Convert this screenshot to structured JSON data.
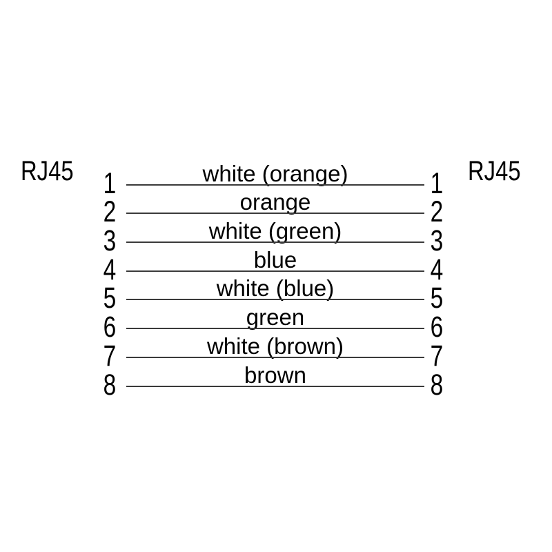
{
  "diagram": {
    "left_connector_label": "RJ45",
    "right_connector_label": "RJ45",
    "line_color": "#3a3a3a",
    "text_color": "#000000",
    "wires": [
      {
        "pin_left": "1",
        "label": "white (orange)",
        "pin_right": "1"
      },
      {
        "pin_left": "2",
        "label": "orange",
        "pin_right": "2"
      },
      {
        "pin_left": "3",
        "label": "white (green)",
        "pin_right": "3"
      },
      {
        "pin_left": "4",
        "label": "blue",
        "pin_right": "4"
      },
      {
        "pin_left": "5",
        "label": "white (blue)",
        "pin_right": "5"
      },
      {
        "pin_left": "6",
        "label": "green",
        "pin_right": "6"
      },
      {
        "pin_left": "7",
        "label": "white (brown)",
        "pin_right": "7"
      },
      {
        "pin_left": "8",
        "label": "brown",
        "pin_right": "8"
      }
    ]
  }
}
